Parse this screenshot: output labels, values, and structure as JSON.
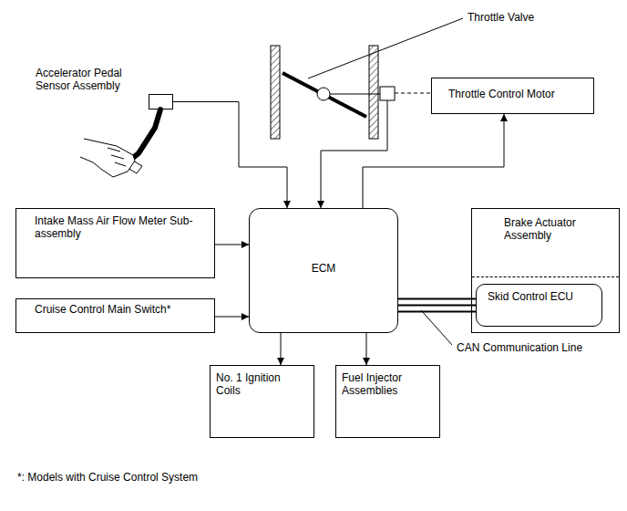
{
  "diagram": {
    "nodes": [
      {
        "text": [
          "Accelerator Pedal Sensor Assembly"
        ]
      },
      {
        "text": [
          "Throttle Control Motor"
        ]
      },
      {
        "text": [
          "Intake Mass Air Flow Meter Sub-assembly"
        ]
      },
      {
        "text": [
          "ECM"
        ]
      },
      {
        "text": [
          "Brake Actuator Assembly"
        ]
      },
      {
        "text": [
          "Skid Control ECU"
        ],
        "in": 4
      },
      {
        "text": [
          "Cruise Control Main Switch*"
        ]
      },
      {
        "text": [
          "No. 1 Ignition Coils"
        ]
      },
      {
        "text": [
          "Fuel Injector Assemblies"
        ]
      }
    ],
    "edges": [
      {
        "from": 0,
        "to": 3,
        "arrow": "to"
      },
      {
        "from": 2,
        "to": 3,
        "arrow": "to"
      },
      {
        "from": 6,
        "to": 3,
        "arrow": "to"
      },
      {
        "from": 3,
        "to": 1,
        "arrow": "to"
      },
      {
        "from": 3,
        "to": 7,
        "arrow": "to"
      },
      {
        "from": 3,
        "to": 8,
        "arrow": "to"
      },
      {
        "from": 3,
        "to": 5,
        "arrow": "none"
      }
    ],
    "labels": [
      "Throttle Valve",
      "CAN Communication Line",
      "*: Models with Cruise Control System"
    ]
  }
}
